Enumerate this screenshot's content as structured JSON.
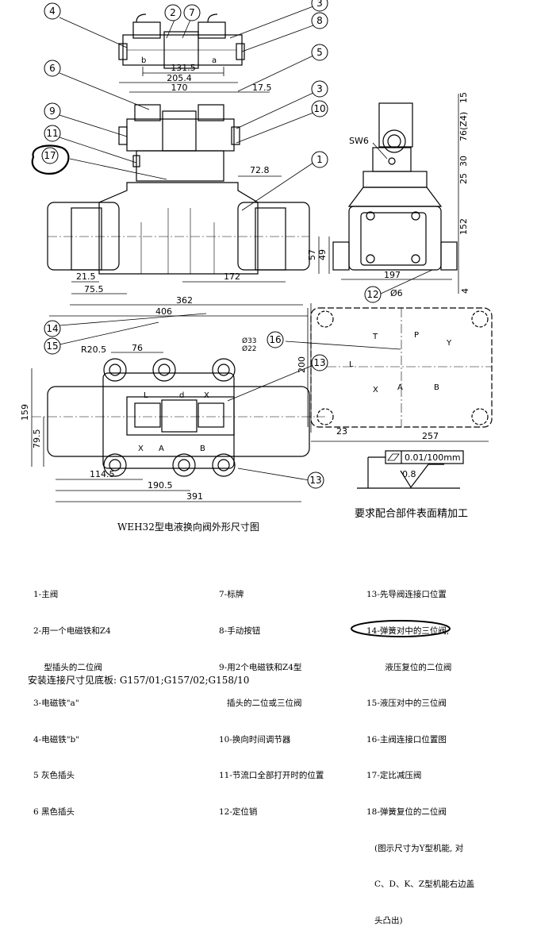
{
  "caption": "WEH32型电液换向阀外形尺寸图",
  "surface_note": "要求配合部件表面精加工",
  "flatness": "0.01/100mm",
  "roughness": "0.8",
  "sw_label": "SW6",
  "balloons": [
    "1",
    "2",
    "3",
    "4",
    "5",
    "6",
    "7",
    "8",
    "9",
    "10",
    "11",
    "12",
    "13",
    "14",
    "15",
    "16",
    "17"
  ],
  "dims": {
    "d131_5": "131.5",
    "d205_4": "205.4",
    "d170": "170",
    "d17_5": "17.5",
    "d72_8": "72.8",
    "d21_5": "21.5",
    "d75_5": "75.5",
    "d172": "172",
    "d362": "362",
    "d406": "406",
    "d57": "57",
    "d49": "49",
    "d197": "197",
    "d6": "Ø6",
    "d4": "4",
    "d152": "152",
    "d25": "25",
    "d30": "30",
    "d76z4": "76(Z4)",
    "d15": "15",
    "r20_5": "R20.5",
    "d76": "76",
    "d33": "Ø33",
    "d22": "Ø22",
    "d159": "159",
    "d79_5": "79.5",
    "d114_5": "114.5",
    "d190_5": "190.5",
    "d391": "391",
    "d200": "200",
    "d23": "23",
    "d257": "257"
  },
  "letters": {
    "a": "a",
    "b": "b",
    "L": "L",
    "d": "d",
    "X": "X",
    "A": "A",
    "B": "B",
    "T": "T",
    "P": "P",
    "Y": "Y"
  },
  "legend_col1": [
    "1-主阀",
    "2-用一个电磁铁和Z4",
    "    型插头的二位阀",
    "3-电磁铁\"a\"",
    "4-电磁铁\"b\"",
    "5 灰色插头",
    "6 黑色插头"
  ],
  "legend_col2": [
    "7-标牌",
    "8-手动按钮",
    "9-用2个电磁铁和Z4型",
    "   插头的二位或三位阀",
    "10-换向时间调节器",
    "11-节流口全部打开时的位置",
    "12-定位销"
  ],
  "legend_col3": [
    "13-先导阀连接口位置",
    "14-弹簧对中的三位阀,",
    "       液压复位的二位阀",
    "15-液压对中的三位阀",
    "16-主阀连接口位置图",
    "17-定比减压阀",
    "18-弹簧复位的二位阀",
    "   (图示尺寸为Y型机能, 对",
    "   C、D、K、Z型机能右边盖",
    "   头凸出)"
  ],
  "footer": "安装连接尺寸见底板: G157/01;G157/02;G158/10"
}
